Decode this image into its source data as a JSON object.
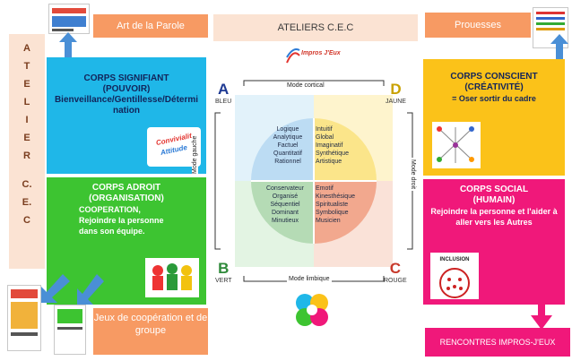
{
  "side_label_letters": [
    "A",
    "T",
    "E",
    "L",
    "I",
    "E",
    "R",
    "C.",
    "E.",
    "C"
  ],
  "headers": {
    "left": "Art de la Parole",
    "center": "ATELIERS C.E.C",
    "right": "Prouesses"
  },
  "blue_panel": {
    "title": "CORPS SIGNIFIANT",
    "subtitle": "(POUVOIR)",
    "body": "Bienveillance/Gentillesse/Détermination",
    "badge_top": "Convivialit",
    "badge_bottom": "Attitude"
  },
  "green_panel": {
    "title": "CORPS ADROIT",
    "subtitle": "(ORGANISATION)",
    "line1": "COOPERATION,",
    "line2": "Rejoindre la personne",
    "line3": "dans son équipe."
  },
  "yellow_panel": {
    "title": "CORPS CONSCIENT",
    "subtitle": "(CRÉATIVITÉ)",
    "body": "= Oser sortir du cadre"
  },
  "pink_panel": {
    "title": "CORPS SOCIAL",
    "subtitle": "(HUMAIN)",
    "body": "Rejoindre la personne et l'aider à aller vers les Autres",
    "inclusion": "INCLUSION"
  },
  "bottom_left": "Jeux de coopération et de groupe",
  "bottom_right": "RENCONTRES IMPROS-J'EUX",
  "logo_text": "Impros J'Eux",
  "diagram": {
    "mode_top": "Mode cortical",
    "mode_bottom": "Mode limbique",
    "mode_left": "Mode gauche",
    "mode_right": "Mode droit",
    "A": "A",
    "A_label": "BLEU",
    "B": "B",
    "B_label": "VERT",
    "C": "C",
    "C_label": "ROUGE",
    "D": "D",
    "D_label": "JAUNE",
    "q_blue": [
      "Logique",
      "Analytique",
      "Factuel",
      "Quantitatif",
      "Rationnel"
    ],
    "q_yellow": [
      "Intuitif",
      "Global",
      "Imaginatif",
      "Synthétique",
      "Artistique"
    ],
    "q_green": [
      "Conservateur",
      "Organisé",
      "Séquentiel",
      "Dominant",
      "Minutieux"
    ],
    "q_red": [
      "Emotif",
      "Kinesthésique",
      "Spiritualiste",
      "Symbolique",
      "Musicien"
    ]
  },
  "colors": {
    "accent_orange": "#f79a63",
    "blue": "#1fb7e8",
    "green": "#3dc431",
    "yellow": "#fbc219",
    "pink": "#f0187a"
  }
}
